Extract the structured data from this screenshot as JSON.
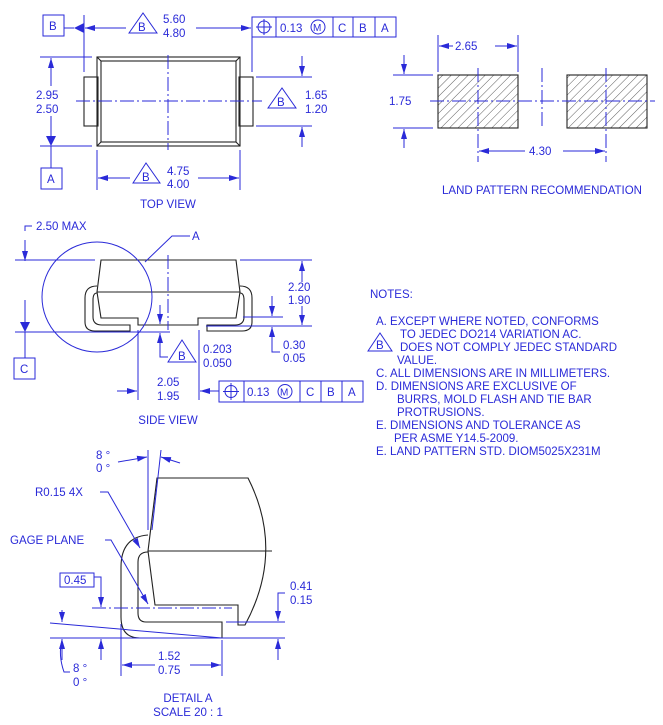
{
  "top_view": {
    "title": "TOP VIEW",
    "datum_b": "B",
    "datum_a": "A",
    "overall_length": [
      "5.60",
      "4.80"
    ],
    "body_width": [
      "2.95",
      "2.50"
    ],
    "lead_width": [
      "1.65",
      "1.20"
    ],
    "body_length": [
      "4.75",
      "4.00"
    ],
    "note_flag": "B",
    "fcf": {
      "tolerance": "0.13",
      "modifier": "M",
      "datums": [
        "C",
        "B",
        "A"
      ]
    }
  },
  "land_pattern": {
    "title": "LAND PATTERN RECOMMENDATION",
    "pad_length": "2.65",
    "pad_height": "1.75",
    "pitch": "4.30"
  },
  "side_view": {
    "title": "SIDE VIEW",
    "max_height": "2.50 MAX",
    "detail_callout": "A",
    "datum_c": "C",
    "body_height": [
      "2.20",
      "1.90"
    ],
    "lead_thickness": [
      "0.30",
      "0.05"
    ],
    "standoff": [
      "0.203",
      "0.050"
    ],
    "lead_span": [
      "2.05",
      "1.95"
    ],
    "note_flag": "B",
    "fcf": {
      "tolerance": "0.13",
      "modifier": "M",
      "datums": [
        "C",
        "B",
        "A"
      ]
    }
  },
  "detail": {
    "title": "DETAIL A",
    "scale": "SCALE 20 : 1",
    "draft_angle": [
      "8 °",
      "0 °"
    ],
    "radius": "R0.15 4X",
    "gage_plane": "GAGE PLANE",
    "gage_height": "0.45",
    "foot_length": [
      "1.52",
      "0.75"
    ],
    "offset": [
      "0.41",
      "0.15"
    ],
    "foot_angle": [
      "8 °",
      "0 °"
    ]
  },
  "notes": {
    "heading": "NOTES:",
    "flag": "B",
    "lines": [
      "A.   EXCEPT WHERE NOTED, CONFORMS",
      "TO JEDEC DO214 VARIATION AC.",
      "DOES NOT COMPLY JEDEC STANDARD",
      "VALUE.",
      "C.   ALL DIMENSIONS ARE IN MILLIMETERS.",
      "D.  DIMENSIONS ARE EXCLUSIVE OF",
      "BURRS, MOLD FLASH AND TIE BAR",
      "PROTRUSIONS.",
      "E.  DIMENSIONS AND TOLERANCE AS",
      "PER ASME Y14.5-2009.",
      "E.  LAND PATTERN STD. DIOM5025X231M"
    ]
  },
  "colors": {
    "annotation": "#2a2ad8",
    "outline": "#222222"
  }
}
